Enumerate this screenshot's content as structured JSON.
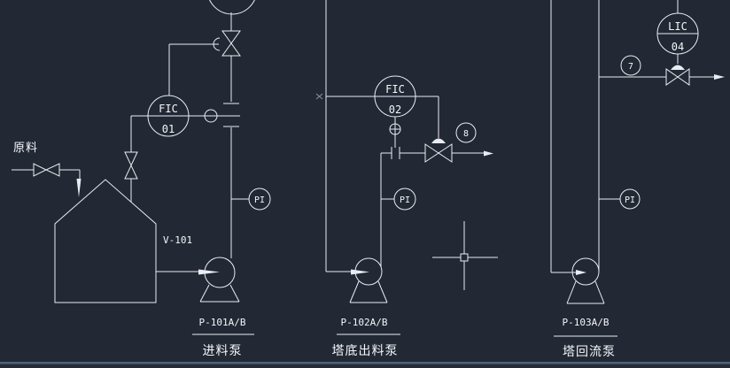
{
  "app": {
    "type": "cad-pid-drawing",
    "colors": {
      "background": "#222834",
      "line": "#e9edf3",
      "text": "#f4f7fa",
      "statusbar_line": "#51617e",
      "statusbar_fill": "#262b36"
    }
  },
  "drawing": {
    "feed_label": "原料",
    "tank": {
      "tag": "V-101"
    },
    "instruments": {
      "fic01": {
        "func": "FIC",
        "num": "01"
      },
      "fic02": {
        "func": "FIC",
        "num": "02"
      },
      "lic04": {
        "func": "LIC",
        "num": "04"
      },
      "pi_feed": {
        "func": "PI"
      },
      "pi_bottoms": {
        "func": "PI"
      },
      "pi_reflux": {
        "func": "PI"
      }
    },
    "streams": {
      "s7": "7",
      "s8": "8"
    },
    "pumps": {
      "p101": {
        "tag": "P-101A/B",
        "name": "进料泵"
      },
      "p102": {
        "tag": "P-102A/B",
        "name": "塔底出料泵"
      },
      "p103": {
        "tag": "P-103A/B",
        "name": "塔回流泵"
      }
    }
  }
}
